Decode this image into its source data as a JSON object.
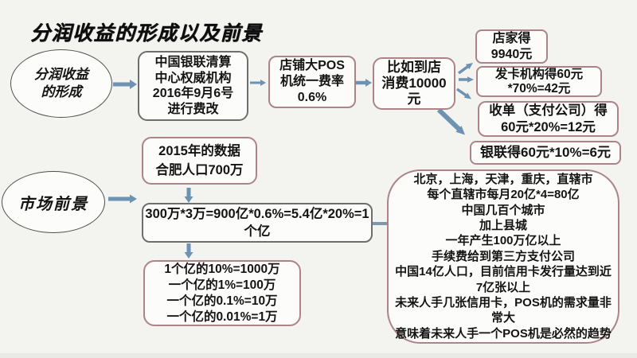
{
  "title": "分润收益的形成以及前景",
  "ellipses": {
    "profit": {
      "lines": [
        "分润收益",
        "的形成"
      ]
    },
    "market": {
      "label": "市场前景"
    }
  },
  "boxes": {
    "reform": {
      "lines": [
        "中国银联清算",
        "中心权威机构",
        "2016年9月6号",
        "进行费改"
      ]
    },
    "rate": {
      "lines": [
        "店铺大POS",
        "机统一费率",
        "0.6%"
      ]
    },
    "example": {
      "lines": [
        "比如到店",
        "消费10000",
        "元"
      ]
    },
    "merchant": {
      "lines": [
        "店家得",
        "9940元"
      ]
    },
    "issuer": {
      "lines": [
        "发卡机构得60元",
        "*70%=42元"
      ]
    },
    "acquirer": {
      "lines": [
        "收单（支付公司）得",
        "60元*20%=12元"
      ]
    },
    "unionpay": {
      "label": "银联得60元*10%=6元"
    },
    "data2015": {
      "lines": [
        "2015年的数据",
        "合肥人口700万"
      ]
    },
    "calc": {
      "lines": [
        "300万*3万=900亿*0.6%=5.4亿*20%=1",
        "个亿"
      ]
    },
    "breakdown": {
      "lines": [
        "1个亿的10%=1000万",
        "一个亿的1%=100万",
        "一个亿的0.1%=10万",
        "一个亿的0.01%=1万"
      ]
    },
    "outlook": {
      "lines": [
        "北京，上海，天津，重庆，直辖市",
        "每个直辖市每月20亿*4=80亿",
        "中国几百个城市",
        "加上县城",
        "一年产生100万亿以上",
        "手续费给到第三方支付公司",
        "中国14亿人口，目前信用卡发行量达到近",
        "7亿张以上",
        "未来人手几张信用卡，POS机的需求量非",
        "常大",
        "意味着未来人手一个POS机是必然的趋势"
      ]
    }
  },
  "colors": {
    "arrow_blue": "#6d92b2",
    "connector_slate": "#7e98a9",
    "border_rosy": "#ac8487",
    "border_gray": "#6e6e6e",
    "background": "#f3f3f0",
    "text": "#141414"
  }
}
